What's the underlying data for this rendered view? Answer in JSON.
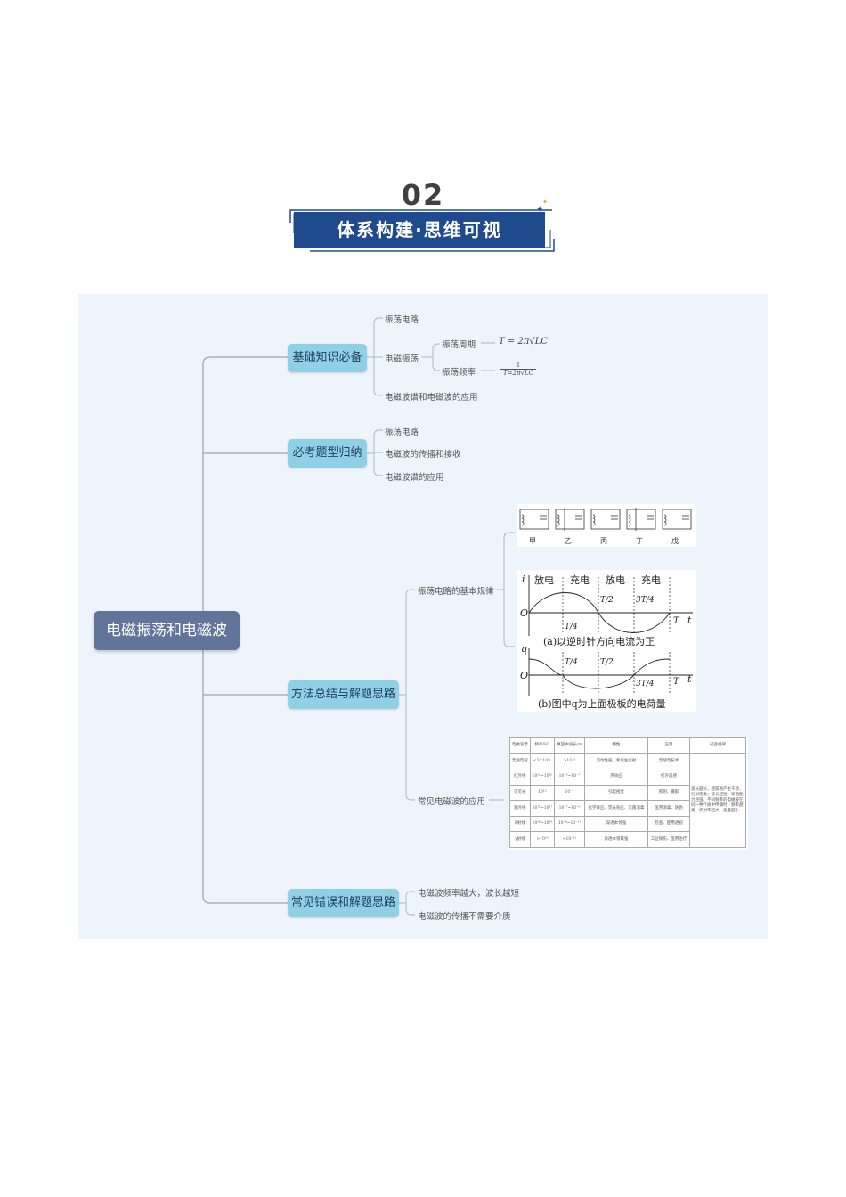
{
  "header": {
    "number": "02",
    "title": "体系构建·思维可视"
  },
  "root": "电磁振荡和电磁波",
  "branches": [
    {
      "label": "基础知识必备"
    },
    {
      "label": "必考题型归纳"
    },
    {
      "label": "方法总结与解题思路"
    },
    {
      "label": "常见错误和解题思路"
    }
  ],
  "basics": {
    "osc_circuit": "振荡电路",
    "em_osc": "电磁振荡",
    "period": "振荡周期",
    "period_formula": "T = 2π√LC",
    "frequency": "振荡频率",
    "freq_num": "1",
    "freq_den": "T=2π√LC",
    "spectrum_app": "电磁波谱和电磁波的应用"
  },
  "exam": {
    "item1": "振荡电路",
    "item2": "电磁波的传播和接收",
    "item3": "电磁波谱的应用"
  },
  "method": {
    "rule": "振荡电路的基本规律",
    "app": "常见电磁波的应用"
  },
  "circuits": [
    "甲",
    "乙",
    "丙",
    "丁",
    "戊"
  ],
  "graph_a": {
    "y": "i",
    "origin": "O",
    "x": "t",
    "phases": [
      "放电",
      "充电",
      "放电",
      "充电"
    ],
    "t_quarter": "T/4",
    "t_half": "T/2",
    "t_3quarter": "3T/4",
    "t_full": "T",
    "caption": "(a)以逆时针方向电流为正"
  },
  "graph_b": {
    "y": "q",
    "origin": "O",
    "x": "t",
    "caption": "(b)图中q为上面极板的电荷量"
  },
  "table": {
    "headers": [
      "电磁波谱",
      "频率/Hz",
      "真空中波长/m",
      "特性",
      "应用",
      "递变规律"
    ],
    "rows": [
      [
        "无线电波",
        "<3×10¹¹",
        ">10⁻³",
        "波动性强，易发生衍射",
        "无线电技术"
      ],
      [
        "红外线",
        "10¹¹~10¹⁵",
        "10⁻³~10⁻⁷",
        "热效应",
        "红外遥感"
      ],
      [
        "可见光",
        "10¹⁵",
        "10⁻⁷",
        "引起视觉",
        "照明、摄影"
      ],
      [
        "紫外线",
        "10¹⁵~10¹⁷",
        "10⁻⁷~10⁻⁹",
        "化学效应、荧光效应、灭菌消毒",
        "医用消毒、防伪"
      ],
      [
        "X射线",
        "10¹⁶~10¹⁹",
        "10⁻⁸~10⁻¹¹",
        "穿透本领强",
        "检查、医用透视"
      ],
      [
        "γ射线",
        ">10¹⁹",
        "<10⁻¹¹",
        "穿透本领最强",
        "工业探伤、医用治疗"
      ]
    ],
    "trend": "波长越长，越容易产生干涉、衍射现象；波长越短，穿透能力越强。不同频率的电磁波在同一种介质中传播时，频率越高，折射率越大，速度越小"
  },
  "errors": {
    "item1": "电磁波频率越大，波长越短",
    "item2": "电磁波的传播不需要介质"
  }
}
